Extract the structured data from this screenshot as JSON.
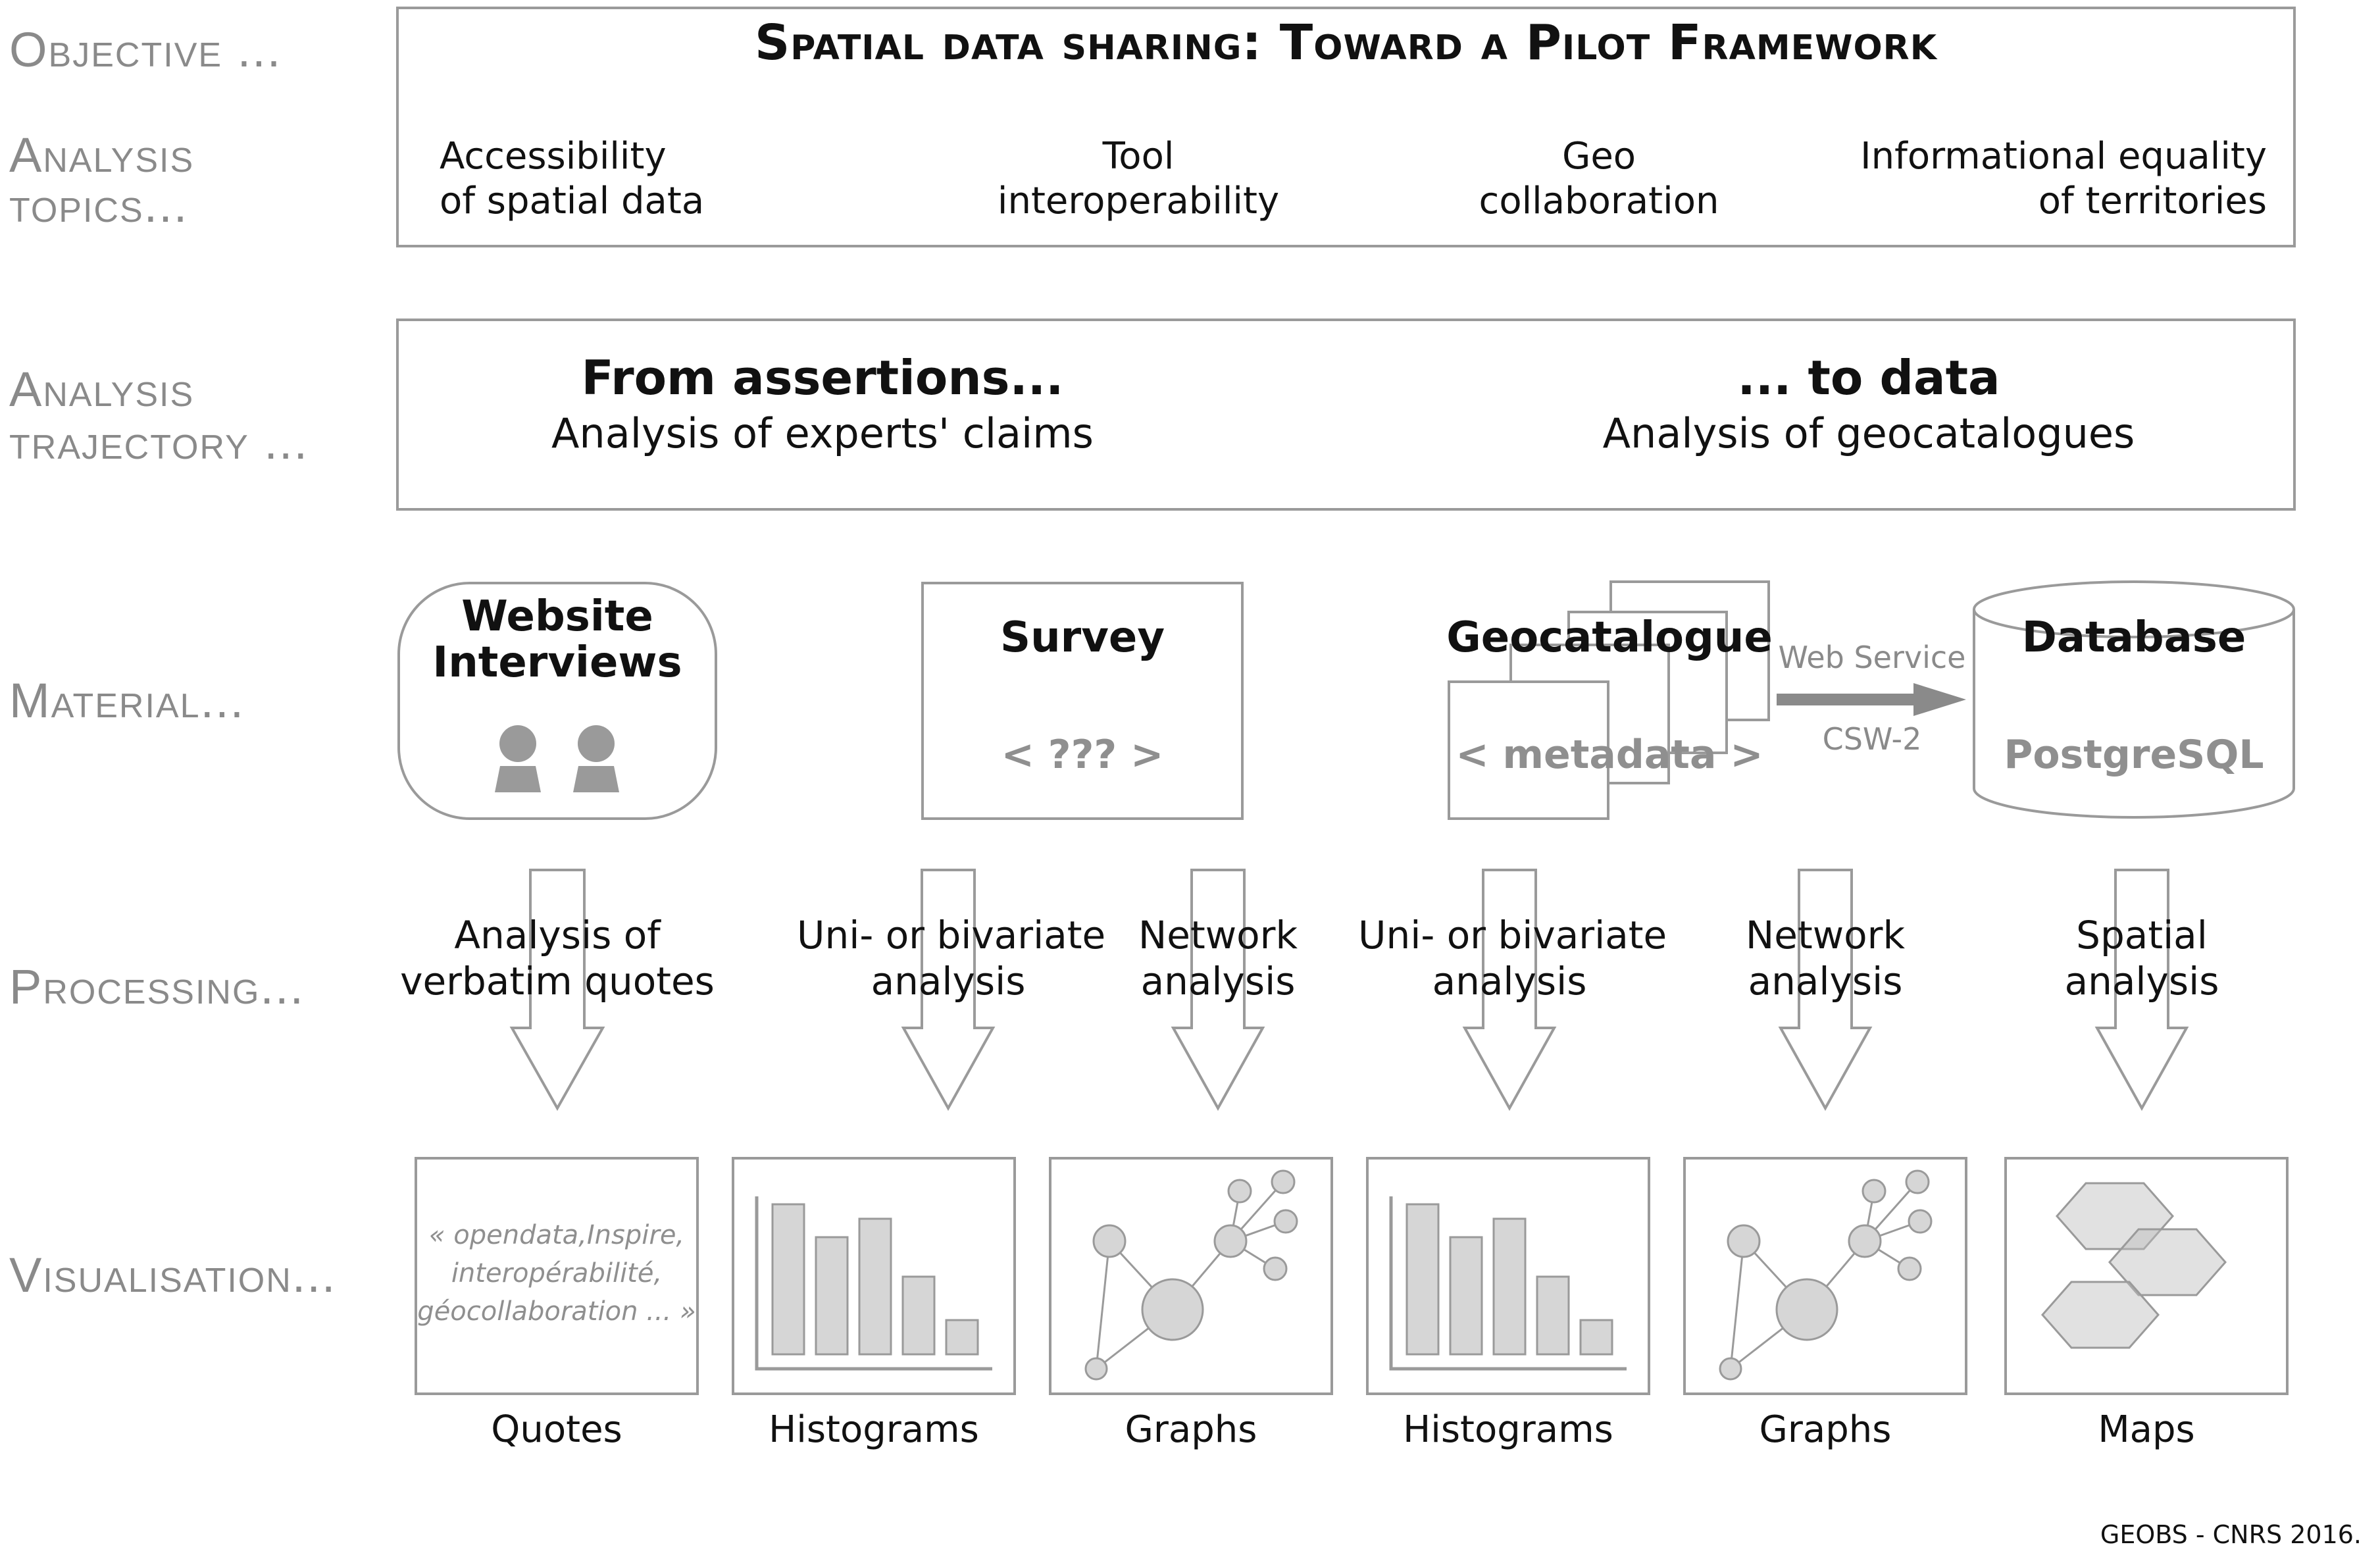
{
  "row_labels": {
    "objective": "Objective ...",
    "topics_1": "Analysis",
    "topics_2": "topics...",
    "trajectory_1": "Analysis",
    "trajectory_2": "trajectory ...",
    "material": "Material...",
    "processing": "Processing...",
    "visualisation": "Visualisation..."
  },
  "objective": {
    "title": "Spatial data sharing: Toward a Pilot Framework"
  },
  "topics": [
    {
      "line1": "Accessibility",
      "line2": "of spatial data"
    },
    {
      "line1": "Tool",
      "line2": "interoperability"
    },
    {
      "line1": "Geo",
      "line2": "collaboration"
    },
    {
      "line1": "Informational equality",
      "line2": "of territories"
    }
  ],
  "trajectory": {
    "left_title": "From assertions...",
    "left_sub": "Analysis of experts' claims",
    "right_title": "... to data",
    "right_sub": "Analysis of geocatalogues"
  },
  "material": {
    "interviews_line1": "Website",
    "interviews_line2": "Interviews",
    "survey_title": "Survey",
    "survey_sub": "< ??? >",
    "geocatalogue_title": "Geocatalogue",
    "geocatalogue_sub": "< metadata >",
    "web_service": "Web Service",
    "csw": "CSW-2",
    "database_title": "Database",
    "database_sub": "PostgreSQL"
  },
  "processing": [
    {
      "line1": "Analysis of",
      "line2": "verbatim quotes"
    },
    {
      "line1": "Uni- or bivariate",
      "line2": "analysis"
    },
    {
      "line1": "Network",
      "line2": "analysis"
    },
    {
      "line1": "Uni- or bivariate",
      "line2": "analysis"
    },
    {
      "line1": "Network",
      "line2": "analysis"
    },
    {
      "line1": "Spatial",
      "line2": "analysis"
    }
  ],
  "visualisation": {
    "quote_line1": "« opendata,Inspire,",
    "quote_line2": "interopérabilité,",
    "quote_line3": "géocollaboration ... »",
    "captions": [
      "Quotes",
      "Histograms",
      "Graphs",
      "Histograms",
      "Graphs",
      "Maps"
    ]
  },
  "icons": {
    "people": "people-icon",
    "arrow": "hollow-down-arrow-icon",
    "web_service_arrow": "right-arrow-icon"
  },
  "colors": {
    "border": "#9a9a9a",
    "label": "#8a8a8a",
    "fill": "#d6d6d6"
  },
  "credit": "GEOBS - CNRS 2016."
}
